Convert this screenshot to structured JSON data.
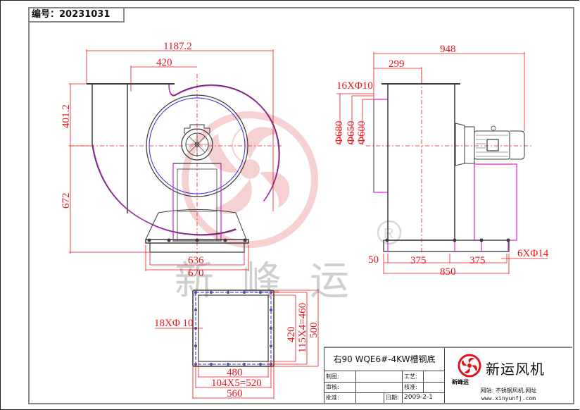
{
  "drawing_number": {
    "label": "编号：",
    "value": "20231031"
  },
  "watermark": {
    "text": "新峰运",
    "registered_mark": "®",
    "color": "#f4c9ca"
  },
  "front_view": {
    "dims": {
      "overall_width": "1187.2",
      "outlet_width": "420",
      "upper_height": "401.2",
      "lower_height": "672",
      "base_inner": "636",
      "base_outer": "670"
    }
  },
  "side_view": {
    "dims": {
      "overall_length": "948",
      "inlet_offset": "299",
      "flange_holes": "16XΦ10",
      "dia_outer": "Φ680",
      "dia_mid": "Φ650",
      "dia_inner": "Φ600",
      "base_edge": "50",
      "base_span_1": "375",
      "base_span_2": "375",
      "base_total": "850",
      "base_holes": "6XΦ14"
    }
  },
  "outlet_flange": {
    "dims": {
      "holes": "18XΦ 10",
      "inner_height": "420",
      "hole_pitch_vertical": "115X4=460",
      "outer_height": "500",
      "inner_width": "480",
      "hole_pitch_horizontal": "104X5=520",
      "outer_width": "560"
    }
  },
  "title_block": {
    "model": "右90  WQE6#-4KW槽钢底",
    "rows": [
      {
        "label": "制图:",
        "value": "",
        "label2": "工艺:",
        "value2": ""
      },
      {
        "label": "审核:",
        "value": "",
        "label2": "核准:",
        "value2": ""
      },
      {
        "label": "批准:",
        "value": "",
        "label2": "日期:",
        "value2": "2009-2-1"
      }
    ],
    "company": "新运风机",
    "brand": "新峰运",
    "website_label": "网站: 不锈钢风机.网址",
    "website_url": "www.xinyunfj.com",
    "logo_color": "#e0141c"
  },
  "colors": {
    "dimension": "#e8151b",
    "outline": "#3a3a3a",
    "magenta": "#e020e0",
    "blue": "#2a2adf",
    "frame": "#8a8a8a"
  }
}
